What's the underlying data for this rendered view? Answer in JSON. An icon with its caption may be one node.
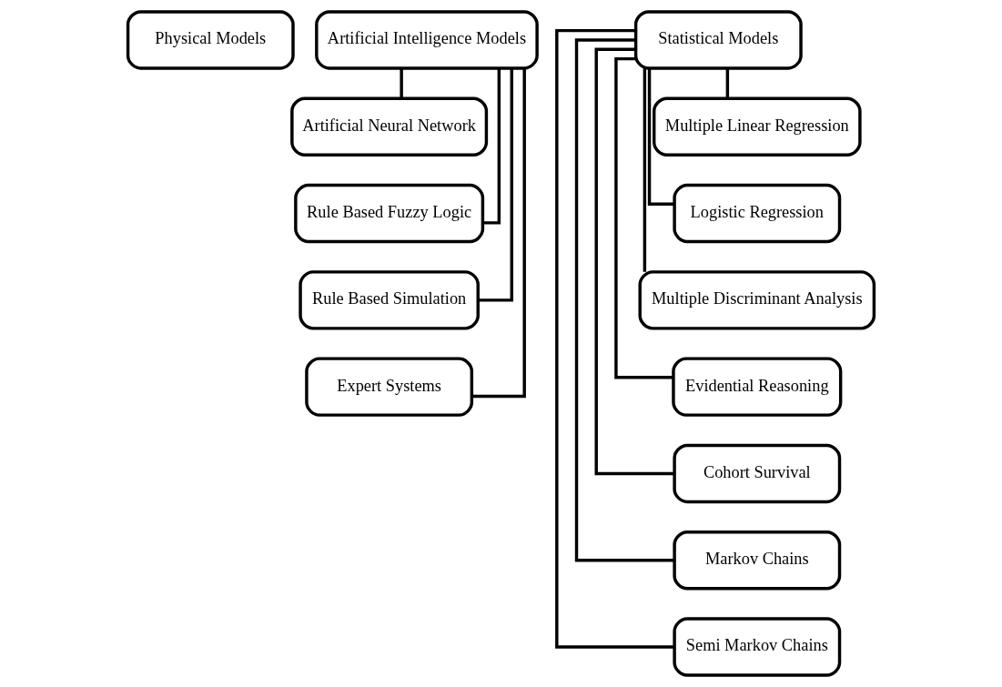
{
  "diagram": {
    "nodes": [
      {
        "text": [
          "Physical Models"
        ]
      },
      {
        "text": [
          "Artificial Intelligence Models"
        ]
      },
      {
        "text": [
          "Artificial Neural Network"
        ]
      },
      {
        "text": [
          "Rule Based Fuzzy Logic"
        ]
      },
      {
        "text": [
          "Rule Based Simulation"
        ]
      },
      {
        "text": [
          "Expert Systems"
        ]
      },
      {
        "text": [
          "Statistical Models"
        ]
      },
      {
        "text": [
          "Multiple Linear Regression"
        ]
      },
      {
        "text": [
          "Logistic Regression"
        ]
      },
      {
        "text": [
          "Multiple Discriminant Analysis"
        ]
      },
      {
        "text": [
          "Evidential Reasoning"
        ]
      },
      {
        "text": [
          "Cohort Survival"
        ]
      },
      {
        "text": [
          "Markov Chains"
        ]
      },
      {
        "text": [
          "Semi Markov Chains"
        ]
      }
    ],
    "edges": [
      {
        "from": 1,
        "to": 2,
        "arrow": "none"
      },
      {
        "from": 1,
        "to": 3,
        "arrow": "none"
      },
      {
        "from": 1,
        "to": 4,
        "arrow": "none"
      },
      {
        "from": 1,
        "to": 5,
        "arrow": "none"
      },
      {
        "from": 6,
        "to": 7,
        "arrow": "none"
      },
      {
        "from": 6,
        "to": 8,
        "arrow": "none"
      },
      {
        "from": 6,
        "to": 9,
        "arrow": "none"
      },
      {
        "from": 6,
        "to": 10,
        "arrow": "none"
      },
      {
        "from": 6,
        "to": 11,
        "arrow": "none"
      },
      {
        "from": 6,
        "to": 12,
        "arrow": "none"
      },
      {
        "from": 6,
        "to": 13,
        "arrow": "none"
      }
    ]
  }
}
